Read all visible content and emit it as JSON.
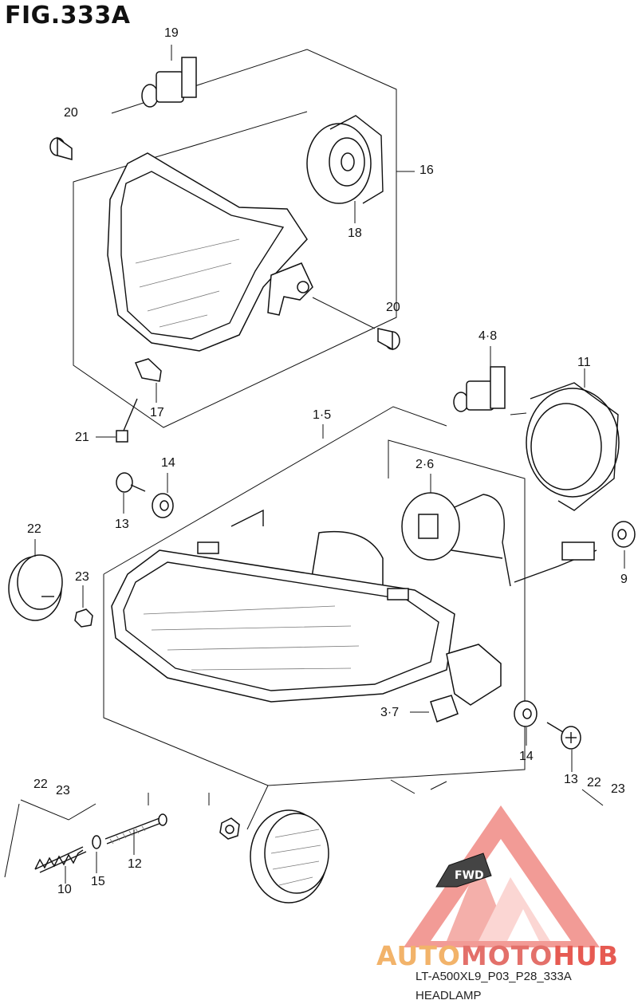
{
  "title": "FIG.333A",
  "callouts": [
    {
      "id": "c19",
      "text": "19"
    },
    {
      "id": "c20a",
      "text": "20"
    },
    {
      "id": "c16",
      "text": "16"
    },
    {
      "id": "c18",
      "text": "18"
    },
    {
      "id": "c20b",
      "text": "20"
    },
    {
      "id": "c17",
      "text": "17"
    },
    {
      "id": "c21",
      "text": "21"
    },
    {
      "id": "c48",
      "text": "4·8"
    },
    {
      "id": "c11",
      "text": "11"
    },
    {
      "id": "c15x",
      "text": "1·5"
    },
    {
      "id": "c14a",
      "text": "14"
    },
    {
      "id": "c13a",
      "text": "13"
    },
    {
      "id": "c26",
      "text": "2·6"
    },
    {
      "id": "c22a",
      "text": "22"
    },
    {
      "id": "c23a",
      "text": "23"
    },
    {
      "id": "c9",
      "text": "9"
    },
    {
      "id": "c37",
      "text": "3·7"
    },
    {
      "id": "c14b",
      "text": "14"
    },
    {
      "id": "c13b",
      "text": "13"
    },
    {
      "id": "c22b",
      "text": "22"
    },
    {
      "id": "c23b",
      "text": "23"
    },
    {
      "id": "c22c",
      "text": "22"
    },
    {
      "id": "c23c",
      "text": "23"
    },
    {
      "id": "c10",
      "text": "10"
    },
    {
      "id": "c15",
      "text": "15"
    },
    {
      "id": "c12",
      "text": "12"
    }
  ],
  "fwd_label": "FWD",
  "brand": {
    "part1": "AUTO",
    "part2": "MOTO",
    "part3": "HUB"
  },
  "footer": {
    "code": "LT-A500XL9_P03_P28_333A",
    "name": "HEADLAMP"
  },
  "colors": {
    "brand_red": "#e65a52",
    "brand_orange": "#f2b36a",
    "line": "#111111"
  }
}
